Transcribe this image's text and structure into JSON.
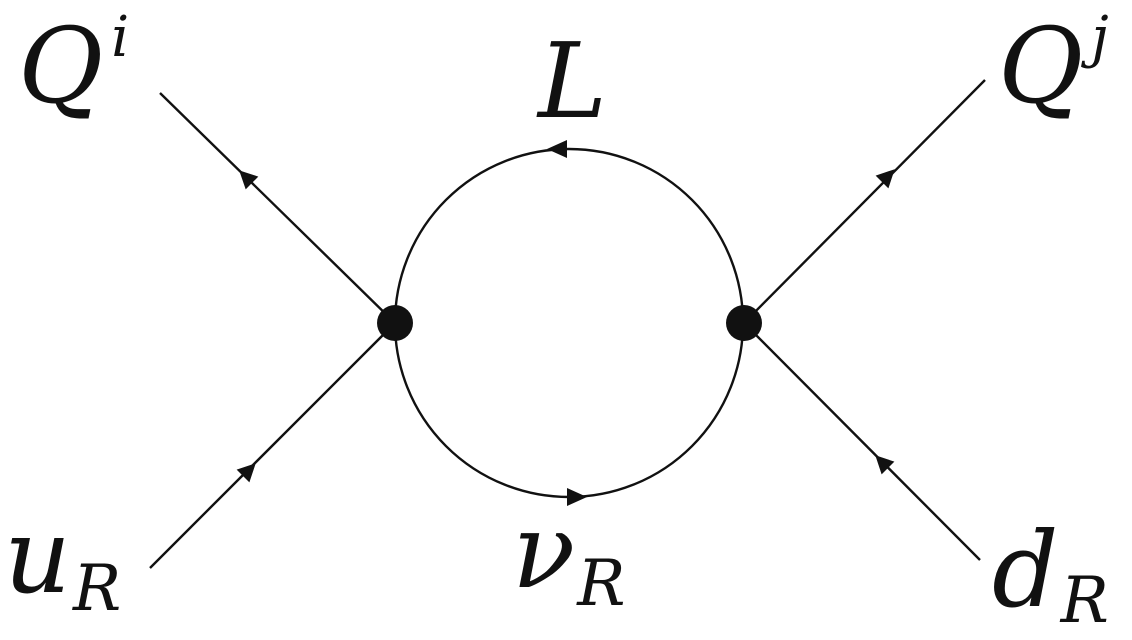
{
  "labels": {
    "top_left": {
      "base": "Q",
      "sup": "i"
    },
    "top_right": {
      "base": "Q",
      "sup": "j"
    },
    "bottom_left": {
      "base": "u",
      "sub": "R"
    },
    "bottom_right": {
      "base": "d",
      "sub": "R"
    },
    "loop_top": {
      "base": "L"
    },
    "loop_bottom": {
      "base": "ν",
      "sub": "R"
    }
  },
  "colors": {
    "ink": "#111111",
    "background": "#ffffff"
  }
}
